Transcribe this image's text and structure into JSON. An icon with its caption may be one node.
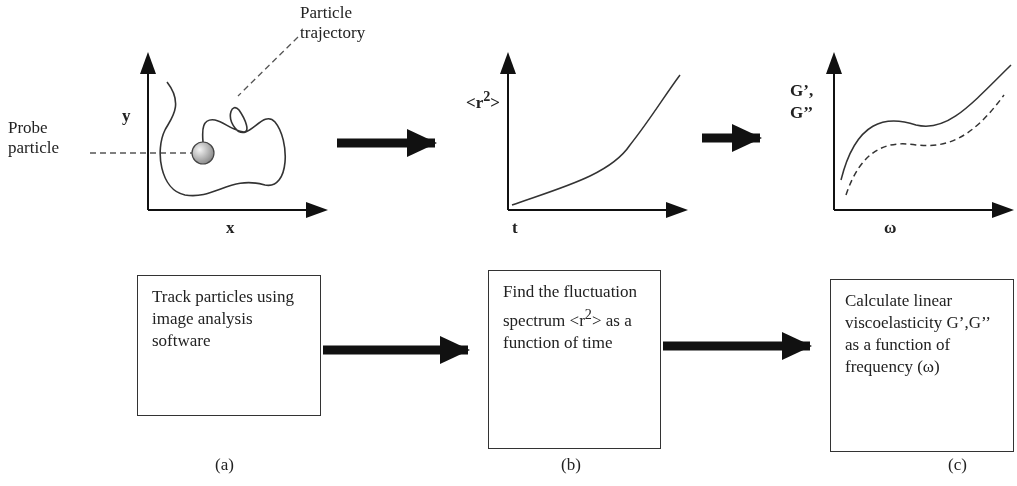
{
  "diagram": {
    "nodes": [
      {
        "text": [
          "Probe particle"
        ]
      },
      {
        "text": [],
        "shape": "picture"
      },
      {
        "text": [],
        "shape": "circle",
        "in": 1
      },
      {
        "text": [
          "Particle trajectory"
        ]
      },
      {
        "text": [],
        "shape": "picture"
      },
      {
        "text": [],
        "shape": "picture"
      },
      {
        "text": [
          "Track particles using image analysis software"
        ],
        "beside": [
          "(a)"
        ]
      },
      {
        "text": [
          "Find the fluctuation spectrum <r$^{2}$> as a function of time"
        ],
        "beside": [
          "(b)"
        ]
      },
      {
        "text": [
          "Calculate linear viscoelasticity G’,G’’ as a function of frequency (ω)"
        ],
        "beside": [
          "(c)"
        ]
      }
    ],
    "edges": [
      {
        "from": 0,
        "to": 2,
        "arrow": "none",
        "style": "dashed"
      },
      {
        "from": 3,
        "to": null,
        "arrow": "none",
        "style": "dashed"
      },
      {
        "from": 1,
        "to": 4,
        "arrow": "to"
      },
      {
        "from": 4,
        "to": 5,
        "arrow": "to"
      },
      {
        "from": 6,
        "to": 7,
        "arrow": "to"
      },
      {
        "from": 7,
        "to": 8,
        "arrow": "to"
      }
    ],
    "labels": [
      "y",
      "x",
      "<r$^{2}$>",
      "t",
      "G’, G’’",
      "ω"
    ]
  }
}
